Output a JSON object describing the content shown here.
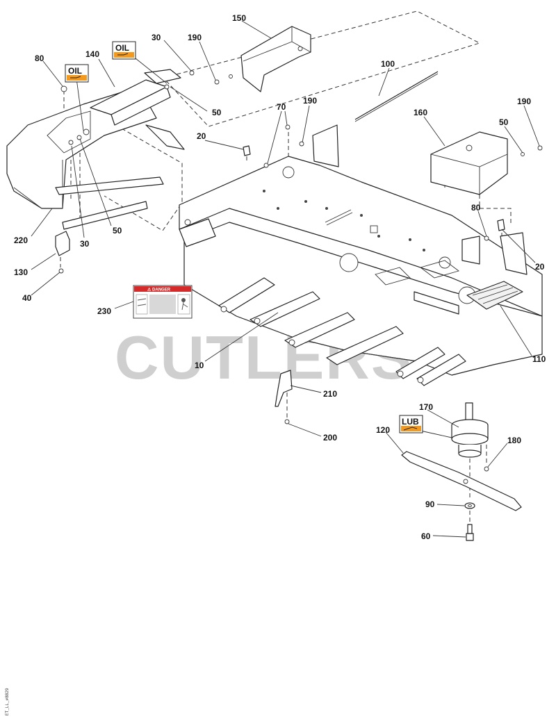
{
  "watermark": "CUTLERS",
  "callouts": [
    {
      "id": "c150",
      "label": "150"
    },
    {
      "id": "c30a",
      "label": "30"
    },
    {
      "id": "c190a",
      "label": "190"
    },
    {
      "id": "c80a",
      "label": "80"
    },
    {
      "id": "c140",
      "label": "140"
    },
    {
      "id": "c100",
      "label": "100"
    },
    {
      "id": "c50a",
      "label": "50"
    },
    {
      "id": "c70",
      "label": "70"
    },
    {
      "id": "c190b",
      "label": "190"
    },
    {
      "id": "c160",
      "label": "160"
    },
    {
      "id": "c190c",
      "label": "190"
    },
    {
      "id": "c20a",
      "label": "20"
    },
    {
      "id": "c50b",
      "label": "50"
    },
    {
      "id": "c220",
      "label": "220"
    },
    {
      "id": "c50c",
      "label": "50"
    },
    {
      "id": "c30b",
      "label": "30"
    },
    {
      "id": "c80b",
      "label": "80"
    },
    {
      "id": "c20b",
      "label": "20"
    },
    {
      "id": "c130",
      "label": "130"
    },
    {
      "id": "c40",
      "label": "40"
    },
    {
      "id": "c230",
      "label": "230"
    },
    {
      "id": "c10",
      "label": "10"
    },
    {
      "id": "c110",
      "label": "110"
    },
    {
      "id": "c210",
      "label": "210"
    },
    {
      "id": "c170",
      "label": "170"
    },
    {
      "id": "c200",
      "label": "200"
    },
    {
      "id": "c120",
      "label": "120"
    },
    {
      "id": "c180",
      "label": "180"
    },
    {
      "id": "c90",
      "label": "90"
    },
    {
      "id": "c60",
      "label": "60"
    }
  ],
  "tags": {
    "oil_tag_1": "OIL",
    "oil_tag_2": "OIL",
    "lub_tag": "LUB",
    "danger_label": "⚠ DANGER"
  },
  "footer_code": "ET_LL_#8829",
  "colors": {
    "oil_orange": "#f39a1e",
    "danger_red": "#d42a2a",
    "watermark_gray": "#cfcfcf"
  }
}
